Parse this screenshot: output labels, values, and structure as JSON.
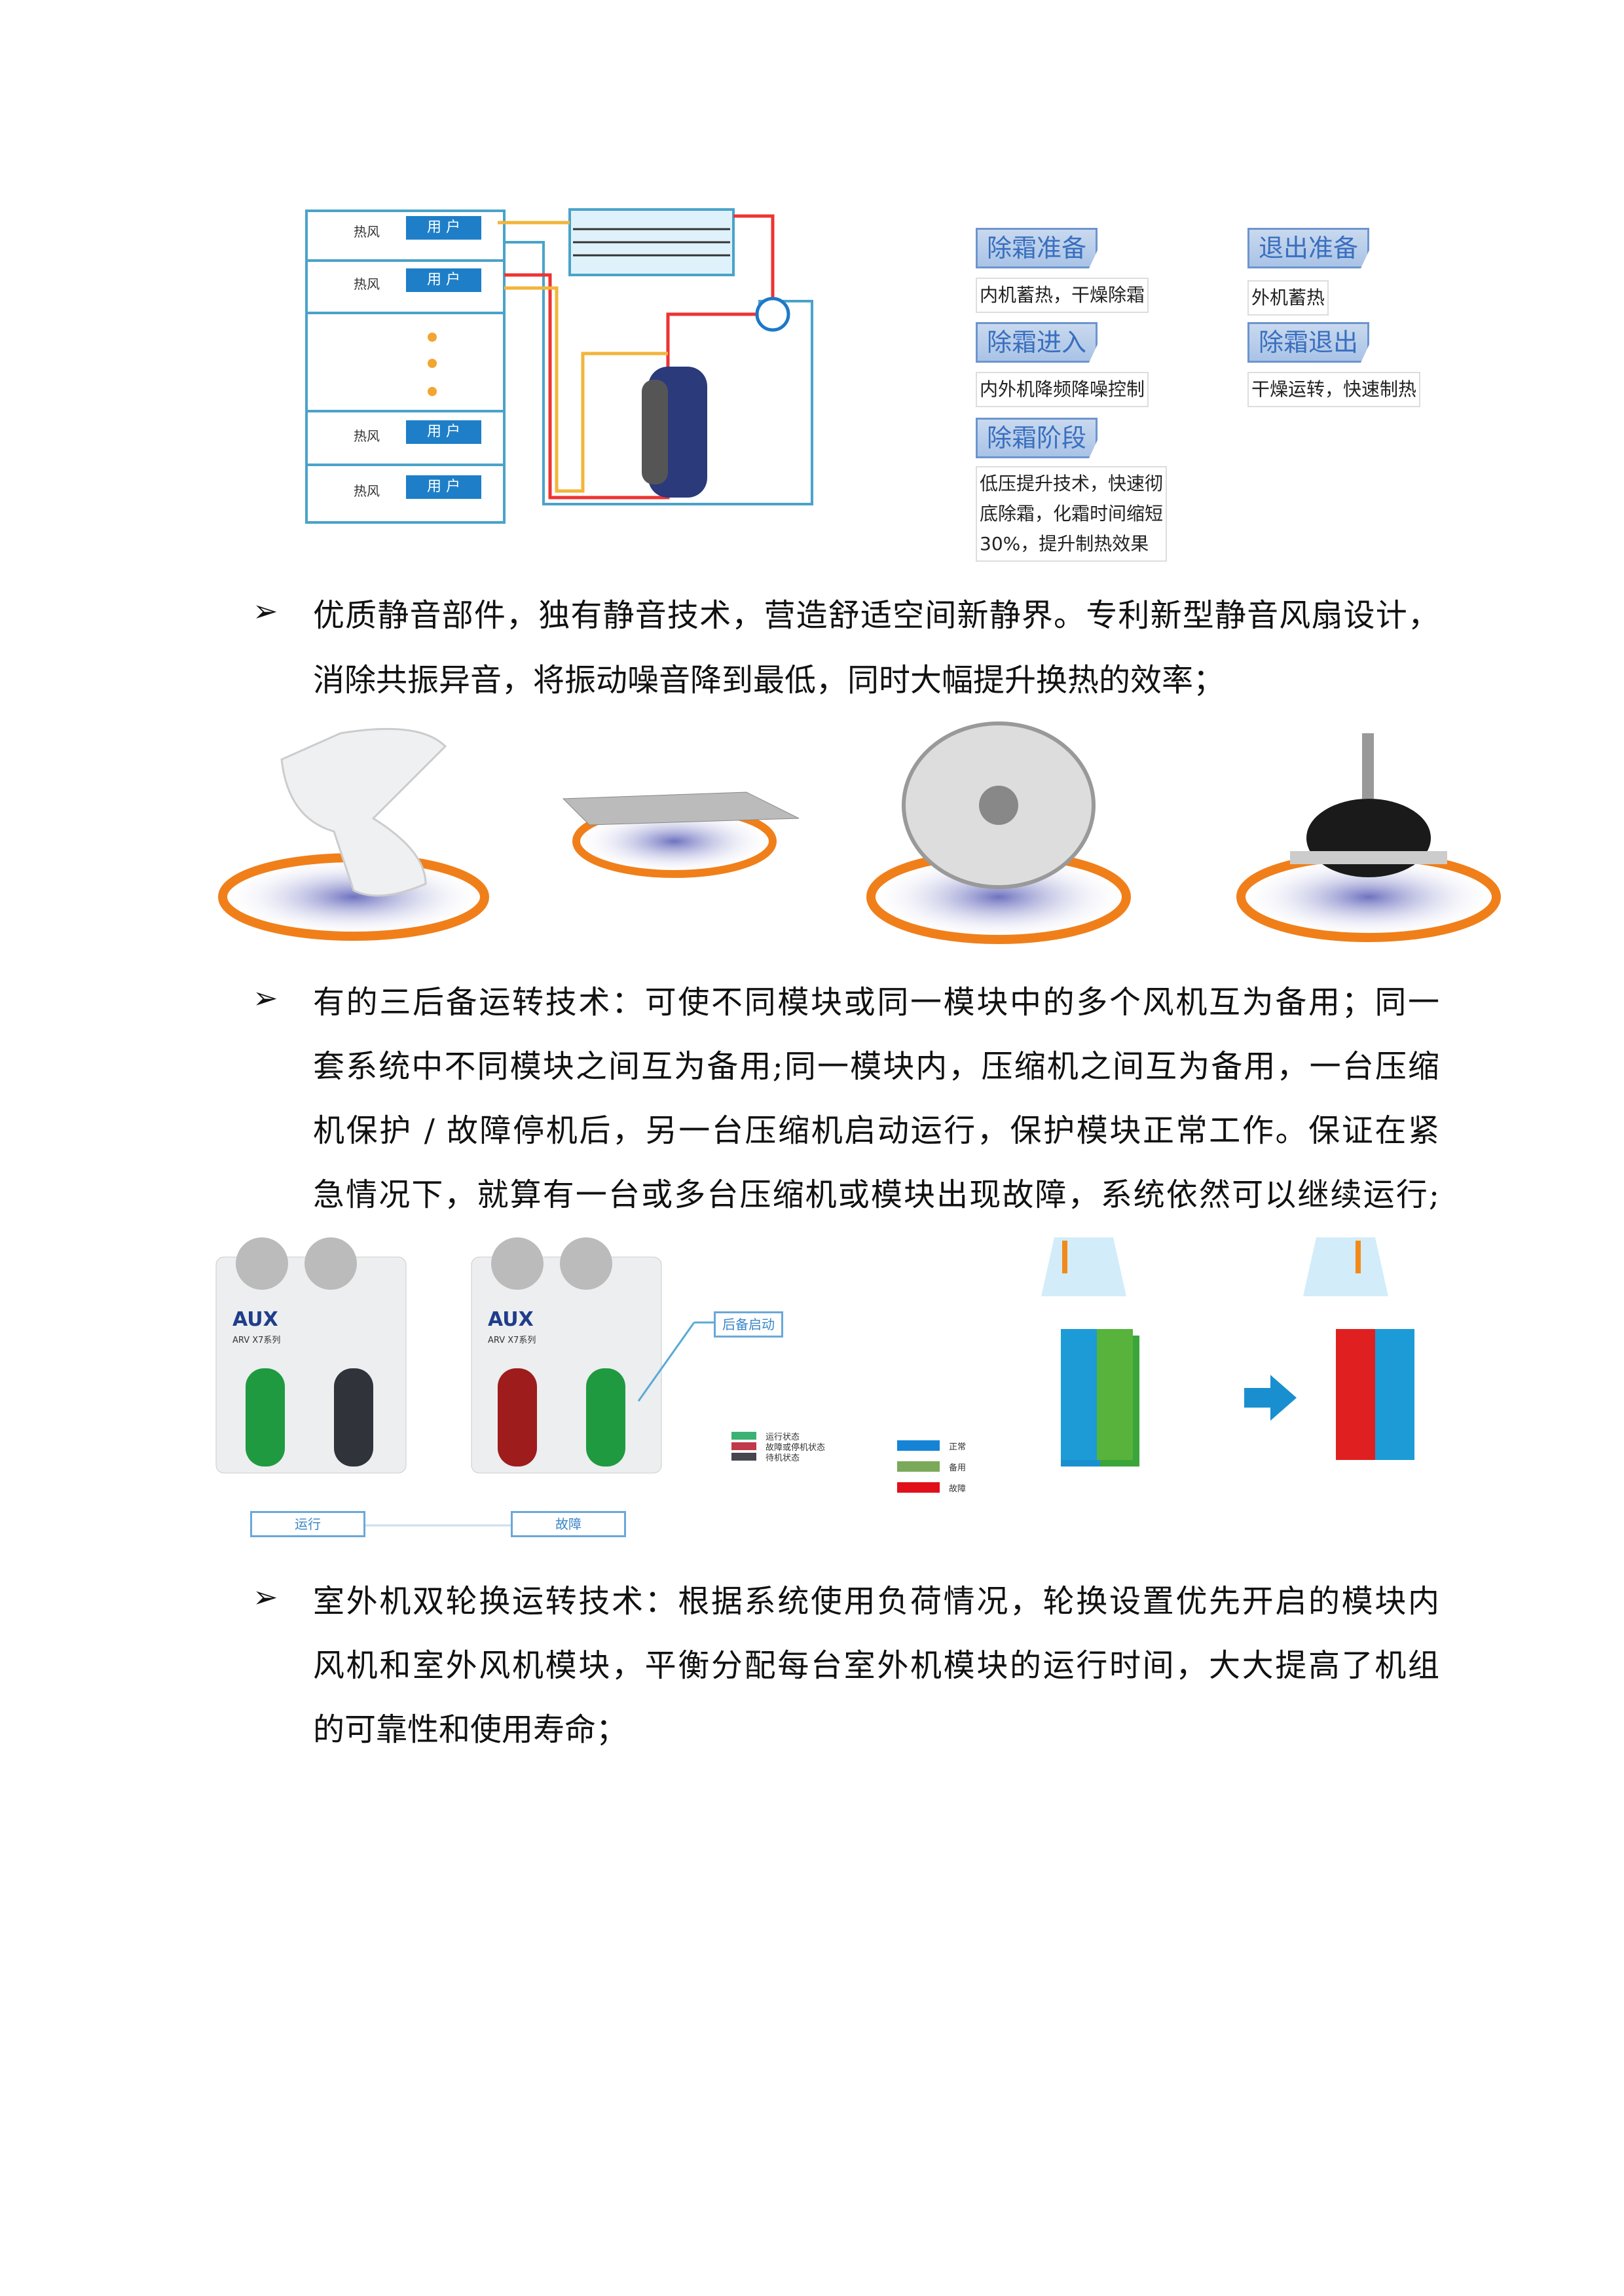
{
  "diagram": {
    "user_rows": [
      {
        "hot_air": "热风",
        "user": "用 户"
      },
      {
        "hot_air": "热风",
        "user": "用 户"
      },
      {
        "hot_air": "热风",
        "user": "用 户"
      },
      {
        "hot_air": "热风",
        "user": "用 户"
      }
    ],
    "stages": [
      {
        "title": "除霜准备",
        "desc": "内机蓄热，干燥除霜"
      },
      {
        "title": "退出准备",
        "desc": "外机蓄热"
      },
      {
        "title": "除霜进入",
        "desc": "内外机降频降噪控制"
      },
      {
        "title": "除霜退出",
        "desc": "干燥运转，快速制热"
      },
      {
        "title": "除霜阶段",
        "desc_lines": [
          "低压提升技术，快速彻",
          "底除霜，化霜时间缩短",
          "30%，提升制热效果"
        ]
      }
    ]
  },
  "bullets": [
    {
      "lines": [
        "优质静音部件，独有静音技术，营造舒适空间新静界。专利新型静音风扇设计，",
        "消除共振异音，将振动噪音降到最低，同时大幅提升换热的效率；"
      ]
    },
    {
      "lines": [
        "有的三后备运转技术：可使不同模块或同一模块中的多个风机互为备用；同一",
        "套系统中不同模块之间互为备用;同一模块内，压缩机之间互为备用，一台压缩",
        "机保护 / 故障停机后，另一台压缩机启动运行，保护模块正常工作。保证在紧",
        "急情况下，就算有一台或多台压缩机或模块出现故障，系统依然可以继续运行;"
      ]
    },
    {
      "lines": [
        "室外机双轮换运转技术：根据系统使用负荷情况，轮换设置优先开启的模块内",
        "风机和室外风机模块，平衡分配每台室外机模块的运行时间，大大提高了机组",
        "的可靠性和使用寿命；"
      ]
    }
  ],
  "backup": {
    "brand": "AUX",
    "model": "ARV X7系列",
    "backup_start": "后备启动",
    "run_label": "运行",
    "fault_label": "故障",
    "legend1": [
      {
        "label": "运行状态",
        "color": "#3bb273"
      },
      {
        "label": "故障或停机状态",
        "color": "#c0394a"
      },
      {
        "label": "待机状态",
        "color": "#44474d"
      }
    ],
    "legend2": [
      {
        "label": "正常",
        "color": "#1584d6"
      },
      {
        "label": "备用",
        "color": "#7aa95a"
      },
      {
        "label": "故障",
        "color": "#e0101a"
      }
    ]
  },
  "bullet_symbol": "➢"
}
